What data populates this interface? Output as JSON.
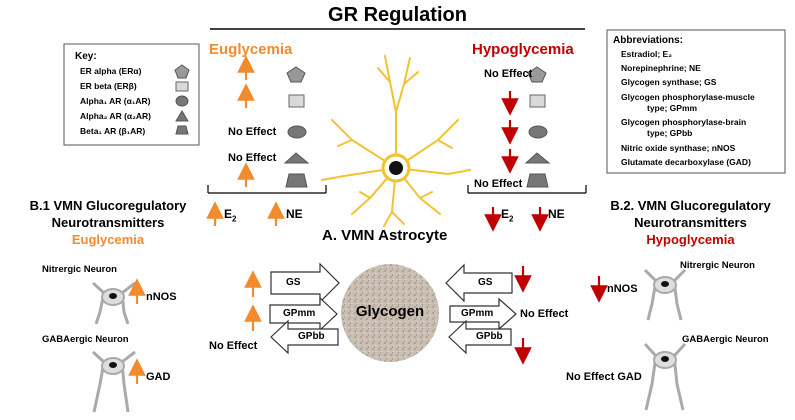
{
  "title": "GR Regulation",
  "center": {
    "left_condition": "Euglycemia",
    "right_condition": "Hypoglycemia",
    "left_effects": [
      "",
      "",
      "No Effect",
      "No Effect",
      ""
    ],
    "right_effects": [
      "No Effect",
      "",
      "",
      "",
      "No Effect"
    ],
    "left_hormones": [
      "E",
      "NE"
    ],
    "right_hormones": [
      "E",
      "NE"
    ],
    "subscript": "2",
    "astrocyte_label": "A.   VMN Astrocyte"
  },
  "key": {
    "heading": "Key:",
    "items": [
      {
        "label": "ER alpha (ERα)",
        "shape": "pentagon"
      },
      {
        "label": "ER beta (ERβ)",
        "shape": "square"
      },
      {
        "label": "Alpha₁ AR (α₁AR)",
        "shape": "ellipse"
      },
      {
        "label": "Alpha₂ AR (α₂AR)",
        "shape": "triangle"
      },
      {
        "label": "Beta₁ AR (β₁AR)",
        "shape": "trapezoid"
      }
    ]
  },
  "abbreviations": {
    "heading": "Abbreviations:",
    "lines": [
      "Estradiol;  E₂",
      "Norepinephrine; NE",
      "Glycogen synthase; GS",
      "Glycogen phosphorylase-muscle",
      "type; GPmm",
      "Glycogen phosphorylase-brain",
      "type; GPbb",
      "Nitric oxide synthase; nNOS",
      "Glutamate decarboxylase (GAD)"
    ]
  },
  "panel_b1": {
    "title_line1": "B.1  VMN Glucoregulatory",
    "title_line2": "Neurotransmitters",
    "condition": "Euglycemia",
    "neuron1": "Nitrergic Neuron",
    "marker1": "nNOS",
    "neuron2": "GABAergic Neuron",
    "marker2": "GAD"
  },
  "panel_b2": {
    "title_line1": "B.2.  VMN Glucoregulatory",
    "title_line2": "Neurotransmitters",
    "condition": "Hypoglycemia",
    "neuron1": "Nitrergic Neuron",
    "marker1": "nNOS",
    "neuron2": "GABAergic Neuron",
    "marker2": "No Effect  GAD"
  },
  "glycogen": {
    "label": "Glycogen",
    "enzymes": [
      "GS",
      "GPmm",
      "GPbb"
    ],
    "left_effect_gpbb": "No Effect",
    "right_effect_gpmm": "No Effect"
  },
  "colors": {
    "orange": "#F28A2E",
    "red": "#C00000",
    "astrocyte": "#F2C230",
    "glycogen": "#C8BEB2",
    "shape_gray": "#999999",
    "shape_light": "#D9D9D9"
  }
}
